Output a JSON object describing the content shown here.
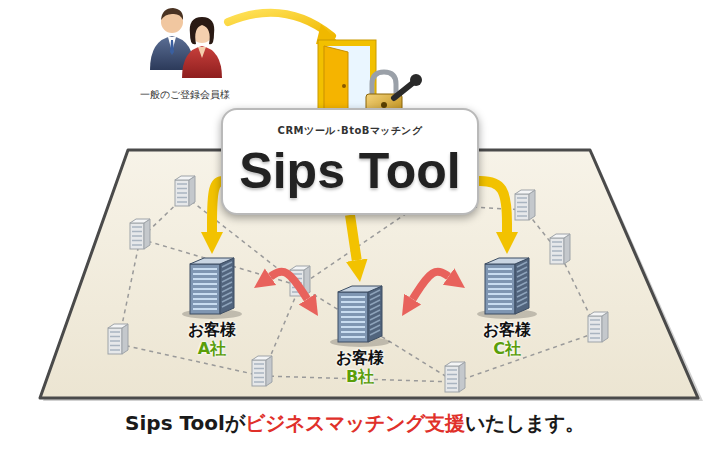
{
  "diagram": {
    "nodes": [
      {
        "text": [
          "CRMツール･BtoBマッチング",
          "Sips Tool"
        ]
      },
      {
        "text": [
          "お客様",
          "A社"
        ]
      },
      {
        "text": [
          "お客様",
          "B社"
        ]
      },
      {
        "text": [
          "お客様",
          "C社"
        ]
      }
    ],
    "edges": [
      {
        "from": 0,
        "to": 1,
        "arrow": "to"
      },
      {
        "from": 0,
        "to": 2,
        "arrow": "to"
      },
      {
        "from": 0,
        "to": 3,
        "arrow": "to"
      },
      {
        "from": 1,
        "to": 2,
        "arrow": "both"
      },
      {
        "from": 3,
        "to": 2,
        "arrow": "both"
      }
    ],
    "labels": [
      "一般のご登録会員様",
      "Sips Toolが",
      "ビジネスマッチング支援",
      "いたします。"
    ]
  }
}
